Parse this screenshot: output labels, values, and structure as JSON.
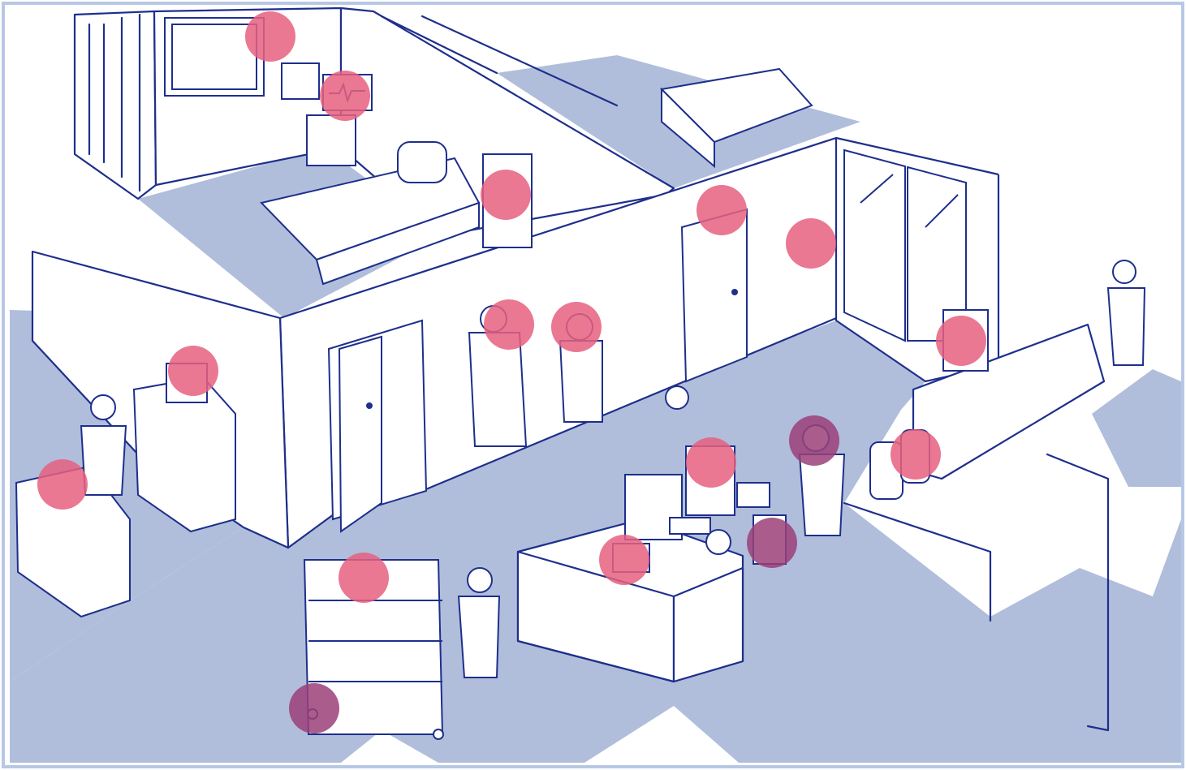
{
  "scene": {
    "colors": {
      "ink": "#1e2f8c",
      "floor": "#b0bedc",
      "frame": "#b8c8e4",
      "hotspot_light": "#e6607f",
      "hotspot_dark": "#9b3f78",
      "white": "#ffffff"
    },
    "hotspots": [
      {
        "id": "tv-screen",
        "icon": "tv-icon",
        "tone": "light"
      },
      {
        "id": "patient-monitor",
        "icon": "heart-monitor-icon",
        "tone": "light"
      },
      {
        "id": "bedside-drawers",
        "icon": "drawer-unit-icon",
        "tone": "light"
      },
      {
        "id": "door-badge-reader",
        "icon": "badge-reader-icon",
        "tone": "light"
      },
      {
        "id": "wall-dispenser",
        "icon": "dispenser-icon",
        "tone": "light"
      },
      {
        "id": "doctor",
        "icon": "doctor-icon",
        "tone": "light"
      },
      {
        "id": "nurse",
        "icon": "nurse-icon",
        "tone": "light"
      },
      {
        "id": "trolley-device",
        "icon": "medical-device-icon",
        "tone": "light"
      },
      {
        "id": "instrument-tray",
        "icon": "instruments-icon",
        "tone": "light"
      },
      {
        "id": "workstation-screen",
        "icon": "computer-screen-icon",
        "tone": "light"
      },
      {
        "id": "staff-on-phone",
        "icon": "phone-call-icon",
        "tone": "dark"
      },
      {
        "id": "waste-bins",
        "icon": "bin-icon",
        "tone": "light"
      },
      {
        "id": "desk-phone",
        "icon": "desk-phone-icon",
        "tone": "light"
      },
      {
        "id": "desk-unit",
        "icon": "cabinet-icon",
        "tone": "dark"
      },
      {
        "id": "meal-tray",
        "icon": "meal-tray-icon",
        "tone": "light"
      },
      {
        "id": "cart-wheel",
        "icon": "wheel-icon",
        "tone": "dark"
      },
      {
        "id": "clipboard-handover",
        "icon": "clipboard-icon",
        "tone": "light"
      }
    ]
  }
}
